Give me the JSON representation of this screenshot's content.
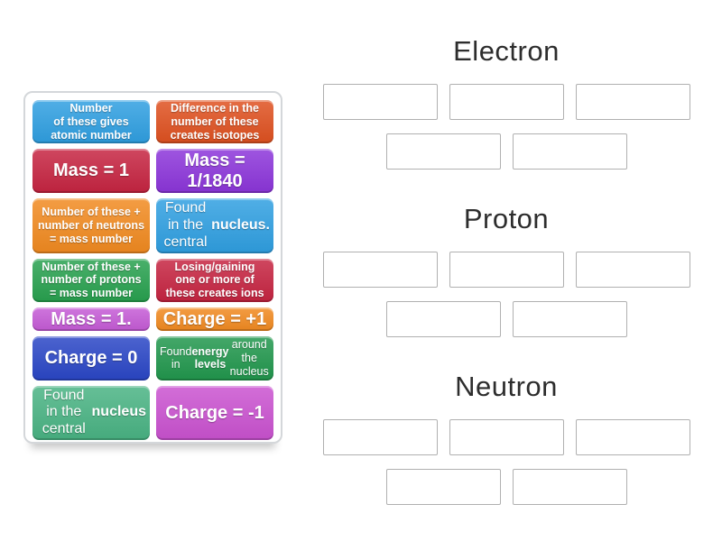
{
  "page": {
    "background": "#ffffff"
  },
  "tile_panel": {
    "tiles": [
      {
        "id": "atomic-number",
        "color": "#2f9fe1",
        "size": "small",
        "parts": [
          {
            "t": "Number\nof these gives\natomic number",
            "b": false
          }
        ]
      },
      {
        "id": "isotopes",
        "color": "#df5120",
        "size": "small",
        "parts": [
          {
            "t": "Difference in the\nnumber of these\ncreates isotopes",
            "b": false
          }
        ]
      },
      {
        "id": "mass-1",
        "color": "#c62441",
        "size": "large",
        "parts": [
          {
            "t": "Mass = 1",
            "b": false
          }
        ]
      },
      {
        "id": "mass-1-1840",
        "color": "#8c35da",
        "size": "large",
        "parts": [
          {
            "t": "Mass =\n1/1840",
            "b": false
          }
        ]
      },
      {
        "id": "neutrons-mass-number",
        "color": "#f18a20",
        "size": "small",
        "parts": [
          {
            "t": "Number of these +\nnumber of neutrons\n= mass number",
            "b": false
          }
        ]
      },
      {
        "id": "central-nucleus-blue",
        "color": "#2f9fe1",
        "size": "medium",
        "parts": [
          {
            "t": "Found in the\ncentral ",
            "b": false
          },
          {
            "t": "nucleus.",
            "b": true
          }
        ]
      },
      {
        "id": "protons-mass-number",
        "color": "#28a14f",
        "size": "small",
        "parts": [
          {
            "t": "Number of these +\nnumber of protons\n= mass number",
            "b": false
          }
        ]
      },
      {
        "id": "ions",
        "color": "#c62441",
        "size": "small",
        "parts": [
          {
            "t": "Losing/gaining\none or more of\nthese creates ions",
            "b": false
          }
        ]
      },
      {
        "id": "mass-1-dot",
        "color": "#c55bd6",
        "size": "large",
        "parts": [
          {
            "t": "Mass = 1.",
            "b": false
          }
        ]
      },
      {
        "id": "charge-plus-1",
        "color": "#f18a20",
        "size": "large",
        "parts": [
          {
            "t": "Charge = +1",
            "b": false
          }
        ]
      },
      {
        "id": "charge-0",
        "color": "#2a46c6",
        "size": "large",
        "parts": [
          {
            "t": "Charge = 0",
            "b": false
          }
        ]
      },
      {
        "id": "energy-levels",
        "color": "#21974d",
        "size": "small",
        "parts": [
          {
            "t": "Found in ",
            "b": false
          },
          {
            "t": "energy\nlevels",
            "b": true
          },
          {
            "t": " around\nthe nucleus",
            "b": false
          }
        ]
      },
      {
        "id": "central-nucleus-green",
        "color": "#49b383",
        "size": "medium",
        "parts": [
          {
            "t": "Found in the\ncentral ",
            "b": false
          },
          {
            "t": "nucleus",
            "b": true
          }
        ]
      },
      {
        "id": "charge-minus-1",
        "color": "#ca52d0",
        "size": "large",
        "parts": [
          {
            "t": "Charge = -1",
            "b": false
          }
        ]
      }
    ]
  },
  "groups": [
    {
      "label": "Electron",
      "slot_rows": [
        3,
        2
      ]
    },
    {
      "label": "Proton",
      "slot_rows": [
        3,
        2
      ]
    },
    {
      "label": "Neutron",
      "slot_rows": [
        3,
        2
      ]
    }
  ]
}
